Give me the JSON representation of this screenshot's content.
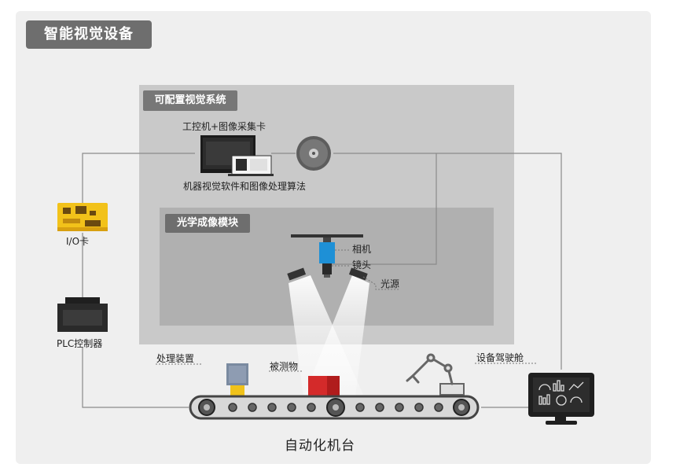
{
  "title": "智能视觉设备",
  "vision_system": {
    "title": "可配置视觉系统",
    "ipc_label": "工控机+图像采集卡",
    "software_label": "机器视觉软件和图像处理算法"
  },
  "optical_module": {
    "title": "光学成像模块",
    "camera_label": "相机",
    "lens_label": "镜头",
    "light_label": "光源"
  },
  "io_card_label": "I/O卡",
  "plc_label": "PLC控制器",
  "processing_label": "处理装置",
  "object_label": "被测物",
  "cockpit_label": "设备驾驶舱",
  "platform_label": "自动化机台",
  "colors": {
    "panel": "#efefef",
    "vision_box": "#c9c9c9",
    "optic_box": "#b0b0b0",
    "camera": "#1e90d6",
    "object": "#d42a2a",
    "card": "#f2c21a"
  }
}
